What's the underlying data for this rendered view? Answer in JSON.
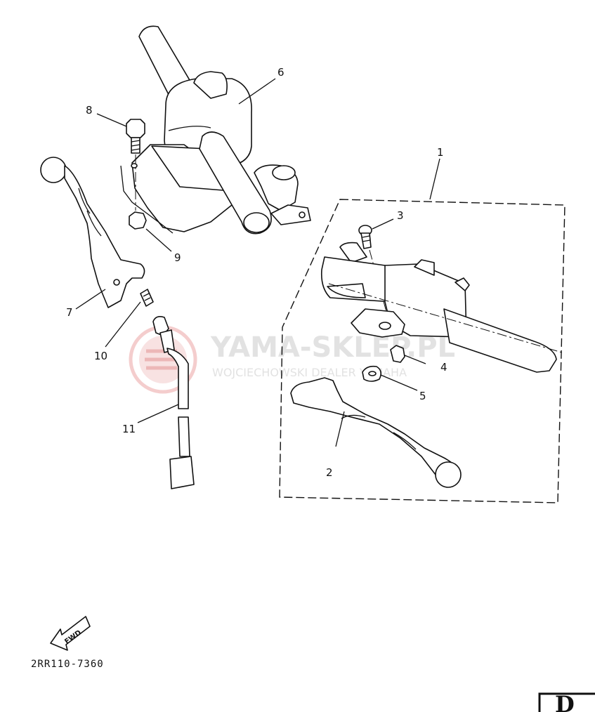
{
  "diagram": {
    "callouts": [
      {
        "id": "callout-1",
        "label": "1"
      },
      {
        "id": "callout-2",
        "label": "2"
      },
      {
        "id": "callout-3",
        "label": "3"
      },
      {
        "id": "callout-4",
        "label": "4"
      },
      {
        "id": "callout-5",
        "label": "5"
      },
      {
        "id": "callout-6",
        "label": "6"
      },
      {
        "id": "callout-7",
        "label": "7"
      },
      {
        "id": "callout-8",
        "label": "8"
      },
      {
        "id": "callout-9",
        "label": "9"
      },
      {
        "id": "callout-10",
        "label": "10"
      },
      {
        "id": "callout-11",
        "label": "11"
      }
    ],
    "fwd_label": "FWD",
    "drawing_code": "2RR110-7360",
    "corner_text": "D",
    "watermark": {
      "title": "YAMA-SKLEP.PL",
      "subtitle": "WOJCIECHOWSKI DEALER YAMAHA",
      "color": "#e2e2e2",
      "logo_color": "#f0c4c4"
    }
  }
}
